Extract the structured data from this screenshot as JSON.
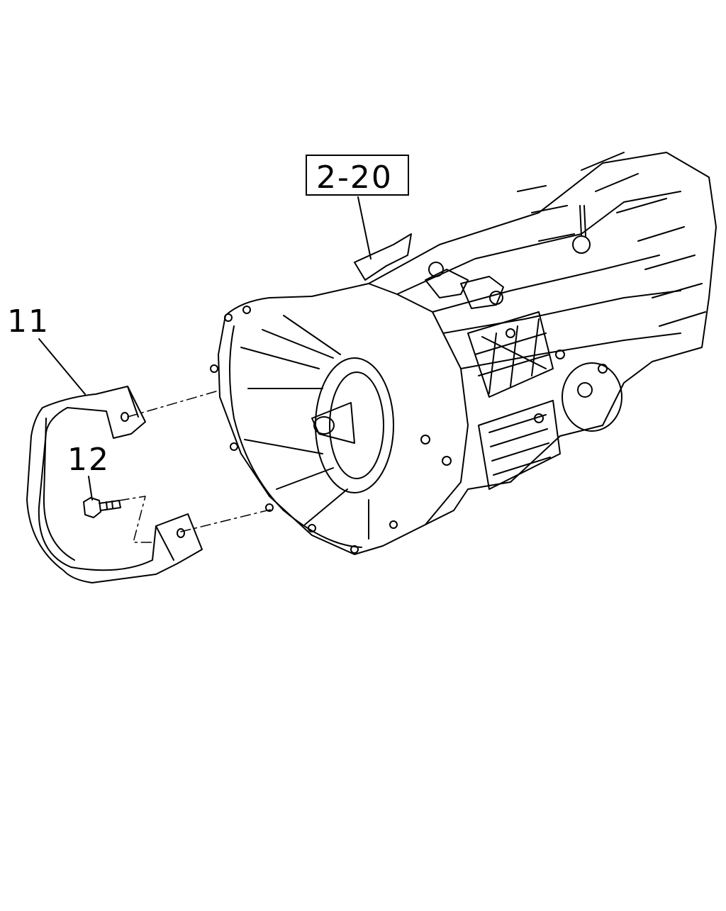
{
  "diagram": {
    "reference_label": "2-20",
    "callouts": [
      "11",
      "12"
    ],
    "colors": {
      "line": "#000000",
      "background": "#ffffff"
    },
    "parts": [
      {
        "id": "11",
        "name": "bracket-icon"
      },
      {
        "id": "12",
        "name": "bolt-icon"
      },
      {
        "id": "2-20",
        "name": "transmission-icon"
      }
    ]
  }
}
